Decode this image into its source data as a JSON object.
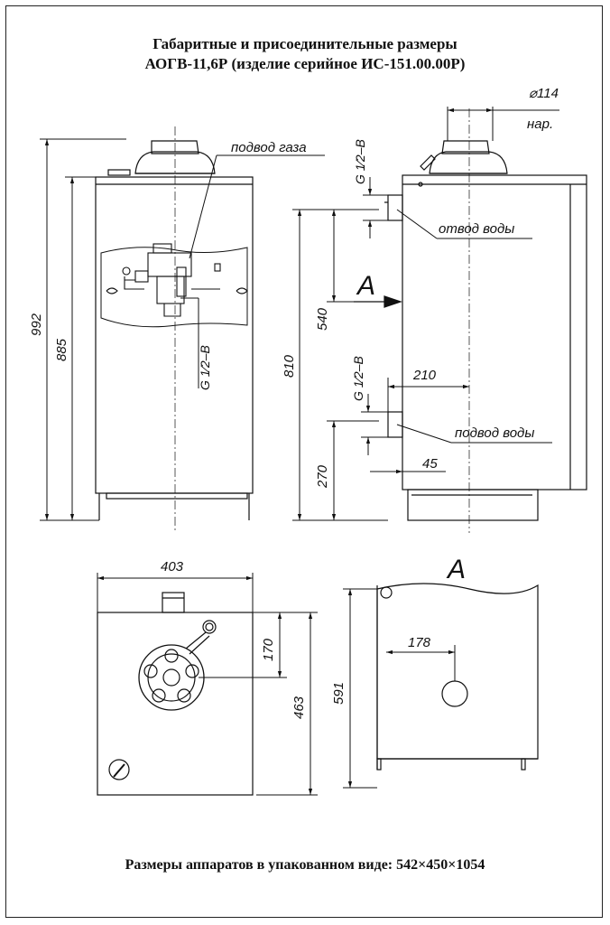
{
  "title": {
    "line1": "Габаритные и присоединительные размеры",
    "line2": "АОГВ-11,6Р (изделие серийное ИС-151.00.00Р)"
  },
  "footer": "Размеры аппаратов в упакованном виде: 542×450×1054",
  "front_view": {
    "labels": {
      "gas_supply": "подвод газа",
      "gas_thread": "G 1⁄2–B"
    },
    "dims": {
      "total_height": "992",
      "body_height": "885",
      "height_810": "810",
      "height_540": "540",
      "height_270": "270"
    }
  },
  "side_view": {
    "labels": {
      "flue_diameter": "⌀114",
      "flue_note": "нар.",
      "thread_top": "G 1⁄2–B",
      "thread_bottom": "G 1⁄2–B",
      "water_out": "отвод воды",
      "water_in": "подвод воды",
      "view_mark": "A"
    },
    "dims": {
      "dim_210": "210",
      "dim_45": "45"
    }
  },
  "top_view": {
    "dims": {
      "width": "403",
      "dim_170": "170",
      "dim_463": "463",
      "dim_591": "591"
    }
  },
  "view_a": {
    "labels": {
      "view_mark": "A"
    },
    "dims": {
      "dim_178": "178"
    }
  }
}
